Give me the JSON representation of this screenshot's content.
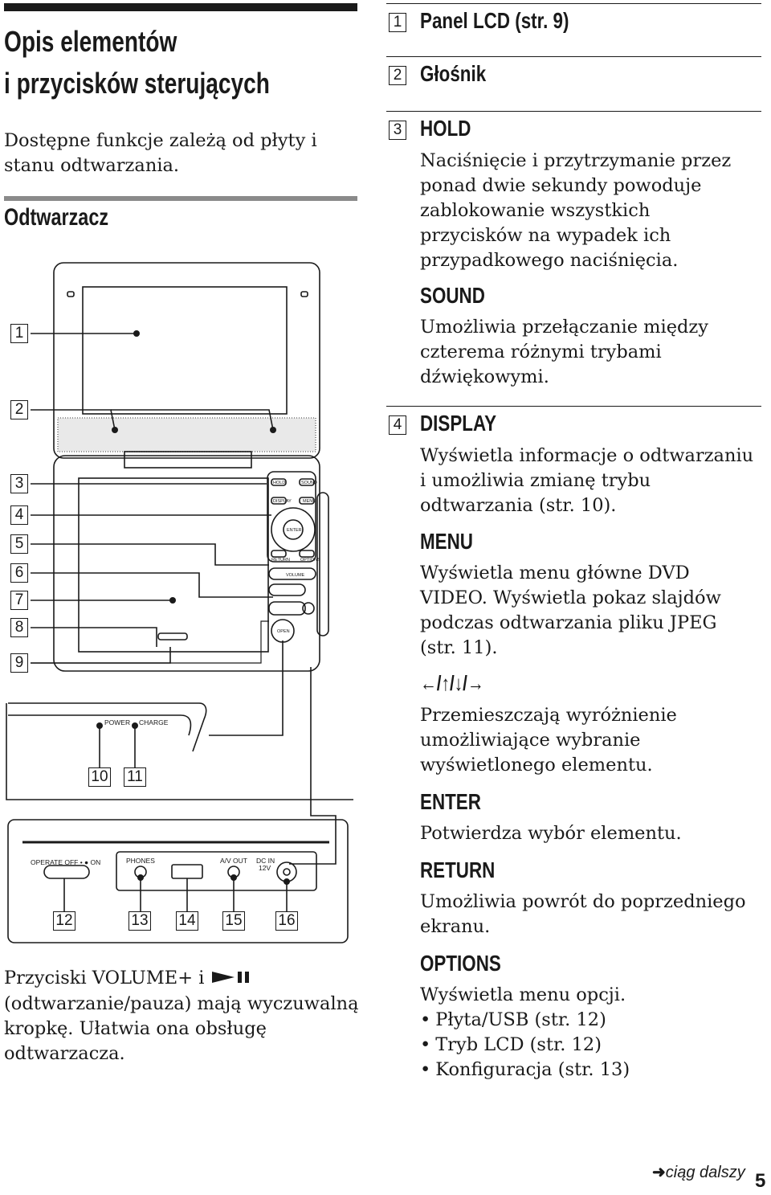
{
  "page": {
    "title_line1": "Opis elementów",
    "title_line2": "i przycisków sterujących",
    "intro": "Dostępne funkcje zależą od płyty i stanu odtwarzania.",
    "section": "Odtwarzacz",
    "footnote_before": "Przyciski VOLUME+ i",
    "footnote_after": "(odtwarzanie/pauza) mają wyczuwalną kropkę. Ułatwia ona obsługę odtwarzacza.",
    "continued": "ciąg dalszy",
    "page_number": "5"
  },
  "callouts": [
    "1",
    "2",
    "3",
    "4",
    "5",
    "6",
    "7",
    "8",
    "9",
    "10",
    "11",
    "12",
    "13",
    "14",
    "15",
    "16"
  ],
  "device": {
    "hold": "HOLD",
    "sound": "SOUND",
    "display": "DISPLAY",
    "menu": "MENU",
    "enter": "ENTER",
    "return": "RETURN",
    "options": "OPTIONS",
    "volume": "VOLUME",
    "open": "OPEN",
    "power": "POWER",
    "charge": "CHARGE",
    "operate": "OPERATE OFF • ● ON",
    "phones": "PHONES",
    "av_out": "A/V OUT",
    "dc_in": "DC IN",
    "dc_volt": "12V"
  },
  "items": [
    {
      "num": "1",
      "head": "Panel LCD (str. 9)"
    },
    {
      "num": "2",
      "head": "Głośnik"
    },
    {
      "num": "3",
      "head": "HOLD",
      "text": "Naciśnięcie i przytrzymanie przez ponad dwie sekundy powoduje zablokowanie wszystkich przycisków na wypadek ich przypadkowego naciśnięcia.",
      "head2": "SOUND",
      "text2": "Umożliwia przełączanie między czterema różnymi trybami dźwiękowymi."
    },
    {
      "num": "4",
      "head": "DISPLAY",
      "text": "Wyświetla informacje o odtwarzaniu i umożliwia zmianę trybu odtwarzania (str. 10).",
      "head2": "MENU",
      "text2": "Wyświetla menu główne DVD VIDEO. Wyświetla pokaz slajdów podczas odtwarzania pliku JPEG (str. 11).",
      "head3": "←/↑/↓/→",
      "text3": "Przemieszczają wyróżnienie umożliwiające wybranie wyświetlonego elementu.",
      "head4": "ENTER",
      "text4": "Potwierdza wybór elementu.",
      "head5": "RETURN",
      "text5": "Umożliwia powrót do poprzedniego ekranu.",
      "head6": "OPTIONS",
      "text6": "Wyświetla menu opcji.",
      "bullets": [
        "Płyta/USB (str. 12)",
        "Tryb LCD (str. 12)",
        "Konfiguracja (str. 13)"
      ]
    }
  ]
}
